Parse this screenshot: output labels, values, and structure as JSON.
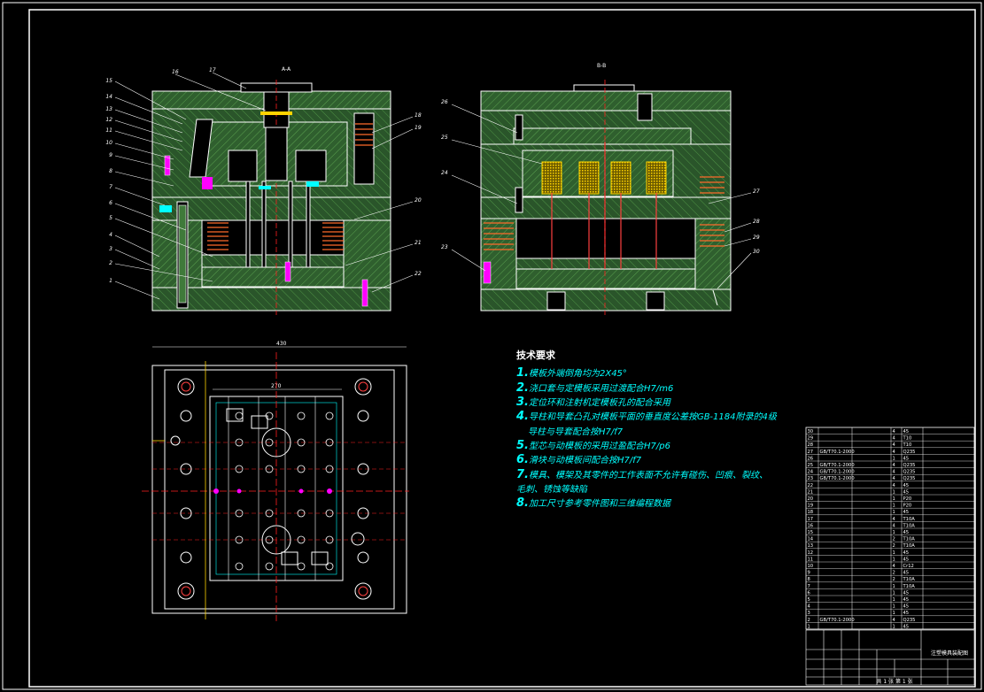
{
  "section_labels": {
    "left": "A-A",
    "right": "B-B"
  },
  "plan_dim_top": "430",
  "plan_dim_inner": "270",
  "left_balloons": [
    "15",
    "14",
    "13",
    "12",
    "11",
    "10",
    "9",
    "8",
    "7",
    "6",
    "5",
    "4",
    "3",
    "2",
    "1"
  ],
  "left_top_balloons": [
    "16",
    "17"
  ],
  "right_balloons_left_view": [
    "18",
    "19",
    "20",
    "21",
    "22"
  ],
  "right_view_balloons_left": [
    "26",
    "25",
    "24",
    "23"
  ],
  "right_view_balloons_right": [
    "27",
    "28",
    "29",
    "30"
  ],
  "tech_requirements": {
    "title": "技术要求",
    "items": [
      {
        "num": "1.",
        "text": "模板外端倒角均为2X45°"
      },
      {
        "num": "2.",
        "text": "浇口套与定模板采用过渡配合H7/m6"
      },
      {
        "num": "3.",
        "text": "定位环和注射机定模板孔的配合采用"
      },
      {
        "num": "4.",
        "text": "导柱和导套凸孔对模板平面的垂直度公差按GB-1184附录的4级"
      },
      {
        "num": "",
        "text": "导柱与导套配合按H7/f7"
      },
      {
        "num": "5.",
        "text": "型芯与动模板的采用过盈配合H7/p6"
      },
      {
        "num": "6.",
        "text": "滑块与动模板间配合按H7/f7"
      },
      {
        "num": "7.",
        "text": "模具、模架及其零件的工作表面不允许有碰伤、凹痕、裂纹、"
      },
      {
        "num": "",
        "text": "毛刺、锈蚀等缺陷"
      },
      {
        "num": "8.",
        "text": "加工尺寸参考零件图和三维编程数据"
      }
    ]
  },
  "bom_rows": [
    {
      "no": "30",
      "code": "",
      "name": "",
      "qty": "4",
      "mat": "45"
    },
    {
      "no": "29",
      "code": "",
      "name": "",
      "qty": "4",
      "mat": "T10"
    },
    {
      "no": "28",
      "code": "",
      "name": "",
      "qty": "4",
      "mat": "T10"
    },
    {
      "no": "27",
      "code": "GB/T70.1-2000",
      "name": "",
      "qty": "4",
      "mat": "Q235"
    },
    {
      "no": "26",
      "code": "",
      "name": "",
      "qty": "1",
      "mat": "45"
    },
    {
      "no": "25",
      "code": "GB/T70.1-2000",
      "name": "",
      "qty": "4",
      "mat": "Q235"
    },
    {
      "no": "24",
      "code": "GB/T70.1-2000",
      "name": "",
      "qty": "4",
      "mat": "Q235"
    },
    {
      "no": "23",
      "code": "GB/T70.1-2000",
      "name": "",
      "qty": "4",
      "mat": "Q235"
    },
    {
      "no": "22",
      "code": "",
      "name": "",
      "qty": "4",
      "mat": "45"
    },
    {
      "no": "21",
      "code": "",
      "name": "",
      "qty": "1",
      "mat": "45"
    },
    {
      "no": "20",
      "code": "",
      "name": "",
      "qty": "1",
      "mat": "P20"
    },
    {
      "no": "19",
      "code": "",
      "name": "",
      "qty": "1",
      "mat": "P20"
    },
    {
      "no": "18",
      "code": "",
      "name": "",
      "qty": "1",
      "mat": "45"
    },
    {
      "no": "17",
      "code": "",
      "name": "",
      "qty": "4",
      "mat": "T10A"
    },
    {
      "no": "16",
      "code": "",
      "name": "",
      "qty": "4",
      "mat": "T10A"
    },
    {
      "no": "15",
      "code": "",
      "name": "",
      "qty": "1",
      "mat": "45"
    },
    {
      "no": "14",
      "code": "",
      "name": "",
      "qty": "2",
      "mat": "T10A"
    },
    {
      "no": "13",
      "code": "",
      "name": "",
      "qty": "2",
      "mat": "T10A"
    },
    {
      "no": "12",
      "code": "",
      "name": "",
      "qty": "1",
      "mat": "45"
    },
    {
      "no": "11",
      "code": "",
      "name": "",
      "qty": "1",
      "mat": "45"
    },
    {
      "no": "10",
      "code": "",
      "name": "",
      "qty": "4",
      "mat": "Cr12"
    },
    {
      "no": "9",
      "code": "",
      "name": "",
      "qty": "2",
      "mat": "45"
    },
    {
      "no": "8",
      "code": "",
      "name": "",
      "qty": "2",
      "mat": "T10A"
    },
    {
      "no": "7",
      "code": "",
      "name": "",
      "qty": "1",
      "mat": "T10A"
    },
    {
      "no": "6",
      "code": "",
      "name": "",
      "qty": "1",
      "mat": "45"
    },
    {
      "no": "5",
      "code": "",
      "name": "",
      "qty": "1",
      "mat": "45"
    },
    {
      "no": "4",
      "code": "",
      "name": "",
      "qty": "1",
      "mat": "45"
    },
    {
      "no": "3",
      "code": "",
      "name": "",
      "qty": "1",
      "mat": "45"
    },
    {
      "no": "2",
      "code": "GB/T70.1-2000",
      "name": "",
      "qty": "4",
      "mat": "Q235"
    },
    {
      "no": "1",
      "code": "",
      "name": "",
      "qty": "1",
      "mat": "45"
    }
  ],
  "title_block": {
    "scale_sheet": "共 1 张  第 1 张",
    "drawing_title": "注塑模具装配图"
  },
  "colors": {
    "background": "#000000",
    "plate_hatch": "#3f7a3a",
    "outline": "#ffffff",
    "dim": "#00ffff",
    "accent": "#ffd400",
    "center": "#ff2020",
    "spring": "#ff6b2b",
    "magenta": "#ff00ff"
  }
}
